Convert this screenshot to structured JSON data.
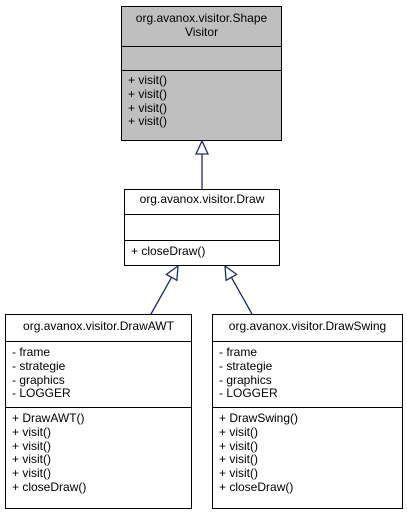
{
  "colors": {
    "highlight_fill": "#bfbfbf",
    "box_fill": "#ffffff",
    "edge": "#1f2a6b",
    "border": "#000000"
  },
  "classes": {
    "shape_visitor": {
      "name_line1": "org.avanox.visitor.Shape",
      "name_line2": "Visitor",
      "attributes": [],
      "methods": [
        "+ visit()",
        "+ visit()",
        "+ visit()",
        "+ visit()"
      ]
    },
    "draw": {
      "name": "org.avanox.visitor.Draw",
      "attributes": [],
      "methods": [
        "+ closeDraw()"
      ]
    },
    "draw_awt": {
      "name": "org.avanox.visitor.DrawAWT",
      "attributes": [
        "- frame",
        "- strategie",
        "- graphics",
        "- LOGGER"
      ],
      "methods": [
        "+ DrawAWT()",
        "+ visit()",
        "+ visit()",
        "+ visit()",
        "+ visit()",
        "+ closeDraw()"
      ]
    },
    "draw_swing": {
      "name": "org.avanox.visitor.DrawSwing",
      "attributes": [
        "- frame",
        "- strategie",
        "- graphics",
        "- LOGGER"
      ],
      "methods": [
        "+ DrawSwing()",
        "+ visit()",
        "+ visit()",
        "+ visit()",
        "+ visit()",
        "+ closeDraw()"
      ]
    }
  },
  "relations": [
    {
      "type": "generalization",
      "from": "draw",
      "to": "shape_visitor"
    },
    {
      "type": "generalization",
      "from": "draw_awt",
      "to": "draw"
    },
    {
      "type": "generalization",
      "from": "draw_swing",
      "to": "draw"
    }
  ]
}
